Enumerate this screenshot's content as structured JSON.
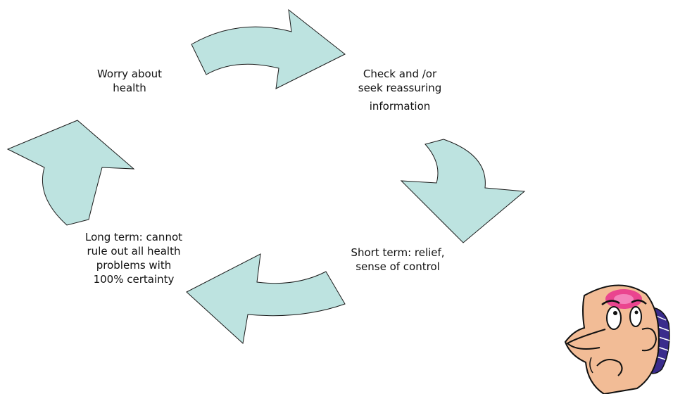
{
  "colors": {
    "arrow_fill": "#BDE3E0",
    "arrow_stroke": "#1A1A1A",
    "skin": "#F2BC96",
    "flush": "#E9308E",
    "hair": "#3A2C8C"
  },
  "nodes": [
    {
      "lines": [
        "Worry about",
        "health"
      ]
    },
    {
      "lines": [
        "Check and /or",
        "seek reassuring",
        "information"
      ]
    },
    {
      "lines": [
        "Short term: relief,",
        "sense of control"
      ]
    },
    {
      "lines": [
        "Long term: cannot",
        "rule out all health",
        "problems with",
        "100% certainty"
      ]
    }
  ],
  "arrows": [
    "worry-to-check",
    "check-to-short-term",
    "short-term-to-long-term",
    "long-term-to-worry"
  ],
  "illustration": "worried-man-clipart"
}
